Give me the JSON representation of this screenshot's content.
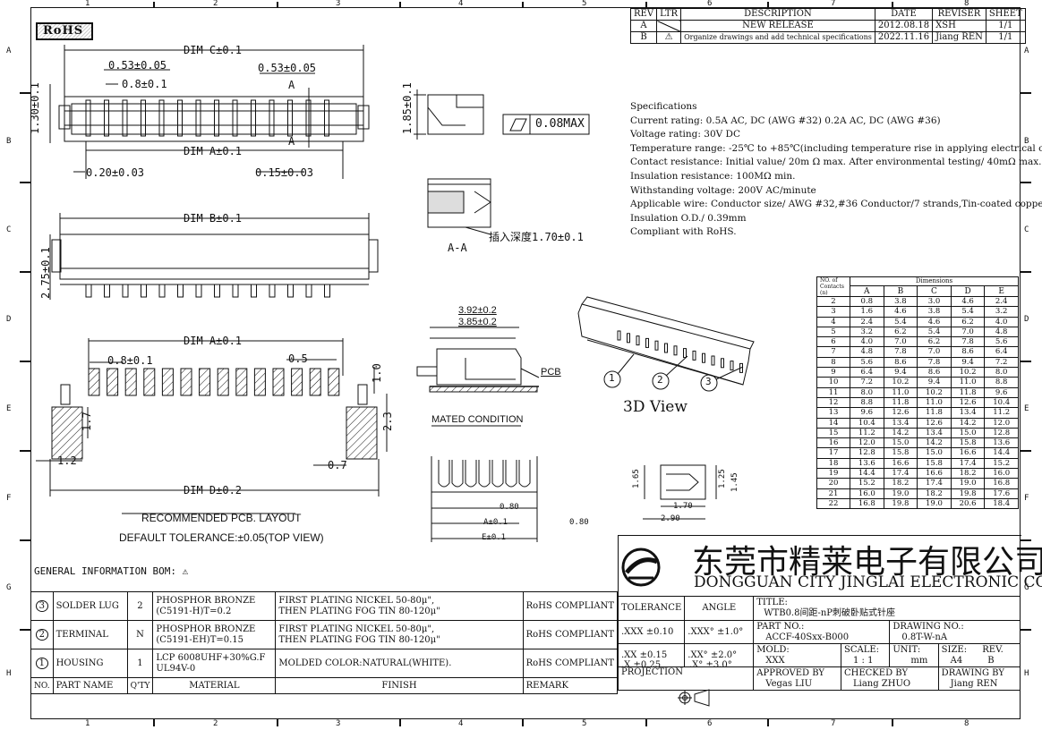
{
  "border": {
    "columns": [
      "1",
      "2",
      "3",
      "4",
      "5",
      "6",
      "7",
      "8"
    ],
    "rows": [
      "A",
      "B",
      "C",
      "D",
      "E",
      "F",
      "G",
      "H"
    ]
  },
  "rohs_badge": "RoHS",
  "revision": {
    "headers": [
      "REV",
      "LTR",
      "DESCRIPTION",
      "DATE",
      "REVISER",
      "SHEET"
    ],
    "rows": [
      {
        "rev": "A",
        "ltr": "",
        "desc": "NEW RELEASE",
        "date": "2012.08.18",
        "reviser": "XSH",
        "sheet": "1/1"
      },
      {
        "rev": "B",
        "ltr": "⚠",
        "desc": "Organize drawings and add technical specifications",
        "date": "2022.11.16",
        "reviser": "Jiang REN",
        "sheet": "1/1"
      }
    ]
  },
  "specs": {
    "title": "Specifications",
    "lines": [
      "Current rating: 0.5A AC, DC (AWG #32) 0.2A AC, DC (AWG #36)",
      "Voltage rating: 30V DC",
      "Temperature range: -25℃ to +85℃(including temperature rise in applying electrical current)",
      "Contact resistance: Initial value/ 20m Ω max. After environmental testing/ 40mΩ max.",
      "Insulation resistance: 100MΩ min.",
      "Withstanding voltage: 200V AC/minute",
      "Applicable wire: Conductor size/ AWG #32,#36 Conductor/7 strands,Tin-coated copper alloy",
      "Insulation O.D./ 0.39mm",
      "Compliant with RoHS."
    ]
  },
  "dims": {
    "dim_c": "DIM C±0.1",
    "p053a": "0.53±0.05",
    "p053b": "0.53±0.05",
    "p08": "0.8±0.1",
    "sec_a1": "A",
    "sec_a2": "A",
    "h130": "1.30±0.1",
    "h185": "1.85±0.1",
    "flat": "0.08MAX",
    "dim_a": "DIM A±0.1",
    "p020": "0.20±0.03",
    "p015": "0.15±0.03",
    "insert": "插入深度1.70±0.1",
    "aa": "A-A",
    "dim_b": "DIM B±0.1",
    "h275": "2.75±0.1",
    "mated1": "3.92±0.2",
    "mated2": "3.85±0.2",
    "pcb": "PCB",
    "mated": "MATED CONDITION",
    "view3d": "3D View",
    "c1": "1",
    "c2": "2",
    "c3": "3",
    "pad_dim_a": "DIM A±0.1",
    "pad_p08": "0.8±0.1",
    "pad_p05": "0.5",
    "pad_h10": "1.0",
    "pad_h17": "1.7",
    "pad_h23": "2.3",
    "pad_w12": "1.2",
    "pad_w07": "0.7",
    "dim_d": "DIM D±0.2",
    "rec_layout": "RECOMMENDED PCB. LAYOUT",
    "tolerance": "DEFAULT TOLERANCE:±0.05(TOP VIEW)",
    "pitch080": "0.80",
    "pitch080b": "0.80",
    "apm": "A±0.1",
    "epm": "E±0.1",
    "h165": "1.65",
    "h125": "1.25",
    "h145": "1.45",
    "w170": "1.70",
    "w290": "2.90"
  },
  "dim_table": {
    "corner": "NO. of Contacts (n)",
    "group": "Dimensions",
    "headers": [
      "A",
      "B",
      "C",
      "D",
      "E"
    ],
    "rows": [
      [
        "2",
        "0.8",
        "3.8",
        "3.0",
        "4.6",
        "2.4"
      ],
      [
        "3",
        "1.6",
        "4.6",
        "3.8",
        "5.4",
        "3.2"
      ],
      [
        "4",
        "2.4",
        "5.4",
        "4.6",
        "6.2",
        "4.0"
      ],
      [
        "5",
        "3.2",
        "6.2",
        "5.4",
        "7.0",
        "4.8"
      ],
      [
        "6",
        "4.0",
        "7.0",
        "6.2",
        "7.8",
        "5.6"
      ],
      [
        "7",
        "4.8",
        "7.8",
        "7.0",
        "8.6",
        "6.4"
      ],
      [
        "8",
        "5.6",
        "8.6",
        "7.8",
        "9.4",
        "7.2"
      ],
      [
        "9",
        "6.4",
        "9.4",
        "8.6",
        "10.2",
        "8.0"
      ],
      [
        "10",
        "7.2",
        "10.2",
        "9.4",
        "11.0",
        "8.8"
      ],
      [
        "11",
        "8.0",
        "11.0",
        "10.2",
        "11.8",
        "9.6"
      ],
      [
        "12",
        "8.8",
        "11.8",
        "11.0",
        "12.6",
        "10.4"
      ],
      [
        "13",
        "9.6",
        "12.6",
        "11.8",
        "13.4",
        "11.2"
      ],
      [
        "14",
        "10.4",
        "13.4",
        "12.6",
        "14.2",
        "12.0"
      ],
      [
        "15",
        "11.2",
        "14.2",
        "13.4",
        "15.0",
        "12.8"
      ],
      [
        "16",
        "12.0",
        "15.0",
        "14.2",
        "15.8",
        "13.6"
      ],
      [
        "17",
        "12.8",
        "15.8",
        "15.0",
        "16.6",
        "14.4"
      ],
      [
        "18",
        "13.6",
        "16.6",
        "15.8",
        "17.4",
        "15.2"
      ],
      [
        "19",
        "14.4",
        "17.4",
        "16.6",
        "18.2",
        "16.0"
      ],
      [
        "20",
        "15.2",
        "18.2",
        "17.4",
        "19.0",
        "16.8"
      ],
      [
        "21",
        "16.0",
        "19.0",
        "18.2",
        "19.8",
        "17.6"
      ],
      [
        "22",
        "16.8",
        "19.8",
        "19.0",
        "20.6",
        "18.4"
      ]
    ]
  },
  "company": {
    "cn": "东莞市精莱电子有限公司",
    "en": "DONGGUAN CITY JINGLAI ELECTRONIC CO.,LTD."
  },
  "general_info": "GENERAL INFORMATION BOM:",
  "bom": {
    "rows": [
      {
        "no": "3",
        "part": "SOLDER LUG",
        "qty": "2",
        "mat1": "PHOSPHOR BRONZE",
        "mat2": "(C5191-H)T=0.2",
        "fin1": "FIRST PLATING NICKEL 50-80μ\",",
        "fin2": "THEN PLATING FOG TIN 80-120μ\"",
        "remark": "RoHS COMPLIANT"
      },
      {
        "no": "2",
        "part": "TERMINAL",
        "qty": "N",
        "mat1": "PHOSPHOR BRONZE",
        "mat2": "(C5191-EH)T=0.15",
        "fin1": "FIRST PLATING NICKEL 50-80μ\",",
        "fin2": "THEN PLATING FOG TIN 80-120μ\"",
        "remark": "RoHS COMPLIANT"
      },
      {
        "no": "1",
        "part": "HOUSING",
        "qty": "1",
        "mat1": "LCP 6008UHF+30%G.F",
        "mat2": "UL94V-0",
        "fin1": "MOLDED COLOR:NATURAL(WHITE).",
        "fin2": "",
        "remark": "RoHS COMPLIANT"
      }
    ],
    "headers": {
      "no": "NO.",
      "part": "PART NAME",
      "qty": "Q'TY",
      "mat": "MATERIAL",
      "fin": "FINISH",
      "remark": "REMARK"
    }
  },
  "title_block": {
    "tol_label": "TOLERANCE",
    "angle_label": "ANGLE",
    "tol_rows": [
      {
        "a": ".XXX",
        "b": "±0.10",
        "c": ".XXX°",
        "d": "±1.0°"
      },
      {
        "a": ".XX",
        "b": "±0.15",
        "c": ".XX°",
        "d": "±2.0°"
      },
      {
        "a": ".X",
        "b": "±0.25",
        "c": ".X°",
        "d": "±3.0°"
      }
    ],
    "title_label": "TITLE:",
    "title_value": "WTB0.8间距-nP刺破卧贴式针座",
    "part_label": "PART NO.:",
    "part_value": "ACCF-40Sxx-B000",
    "drawing_label": "DRAWING NO.:",
    "drawing_value": "0.8T-W-nA",
    "mold_label": "MOLD:",
    "mold_value": "XXX",
    "scale_label": "SCALE:",
    "scale_value": "1 : 1",
    "unit_label": "UNIT:",
    "unit_value": "mm",
    "size_label": "SIZE:",
    "size_value": "A4",
    "rev_label": "REV.",
    "rev_value": "B",
    "projection_label": "PROJECTION",
    "approved_label": "APPROVED BY",
    "approved_value": "Vegas LIU",
    "checked_label": "CHECKED BY",
    "checked_value": "Liang ZHUO",
    "drawn_label": "DRAWING BY",
    "drawn_value": "Jiang REN"
  }
}
